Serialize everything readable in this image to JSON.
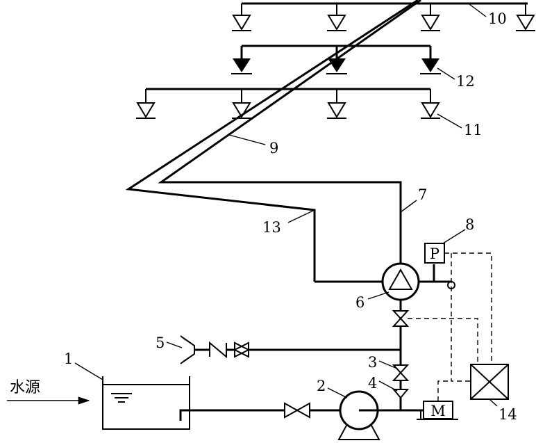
{
  "labels": {
    "n1": "1",
    "n2": "2",
    "n3": "3",
    "n4": "4",
    "n5": "5",
    "n6": "6",
    "n7": "7",
    "n8": "8",
    "n9": "9",
    "n10": "10",
    "n11": "11",
    "n12": "12",
    "n13": "13",
    "n14": "14",
    "water_source": "水源",
    "pressure_switch": "P",
    "motor": "M"
  }
}
